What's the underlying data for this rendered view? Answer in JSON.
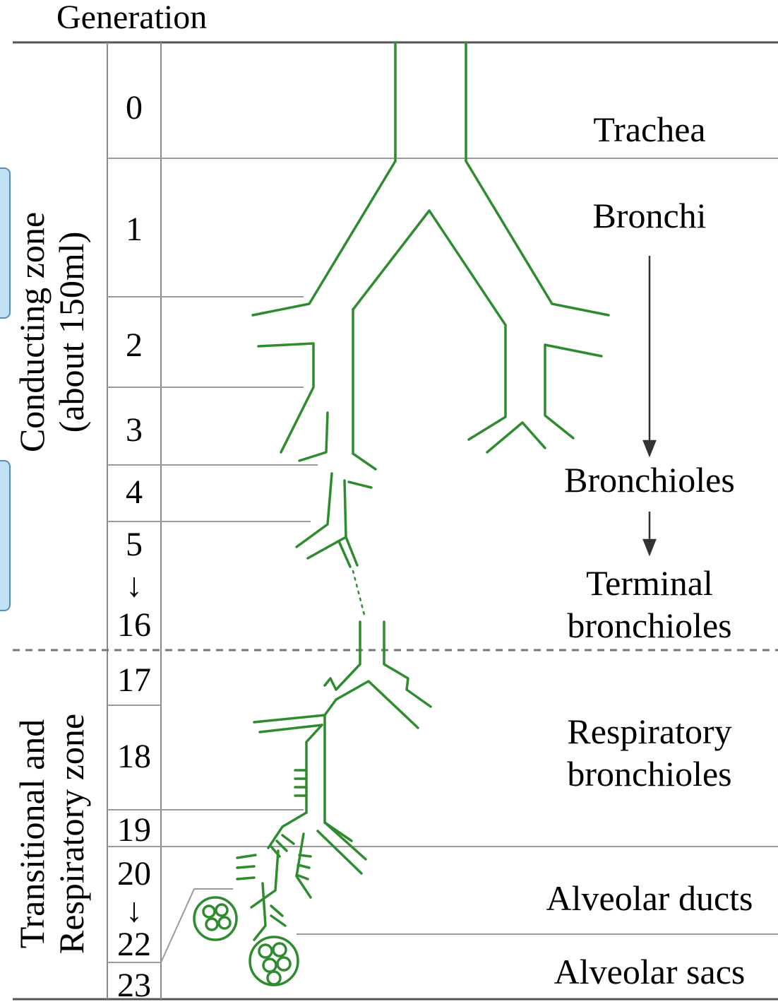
{
  "header": {
    "title": "Generation"
  },
  "generations": [
    "0",
    "1",
    "2",
    "3",
    "4",
    "5",
    "↓",
    "16",
    "17",
    "18",
    "19",
    "20",
    "↓",
    "22",
    "23"
  ],
  "zones": {
    "conducting": {
      "line1": "Conducting zone",
      "line2": "(about 150ml)"
    },
    "respiratory": {
      "line1": "Transitional and",
      "line2": "Respiratory zone"
    }
  },
  "labels": {
    "trachea": "Trachea",
    "bronchi": "Bronchi",
    "bronchioles": "Bronchioles",
    "terminal_1": "Terminal",
    "terminal_2": "bronchioles",
    "respiratory_1": "Respiratory",
    "respiratory_2": "bronchioles",
    "alveolar_ducts": "Alveolar ducts",
    "alveolar_sacs": "Alveolar sacs"
  },
  "colors": {
    "airway": "#2e8b2e",
    "rule": "#8a8a8a",
    "text": "#1a1a1a",
    "tab": "#bfe0f5"
  }
}
